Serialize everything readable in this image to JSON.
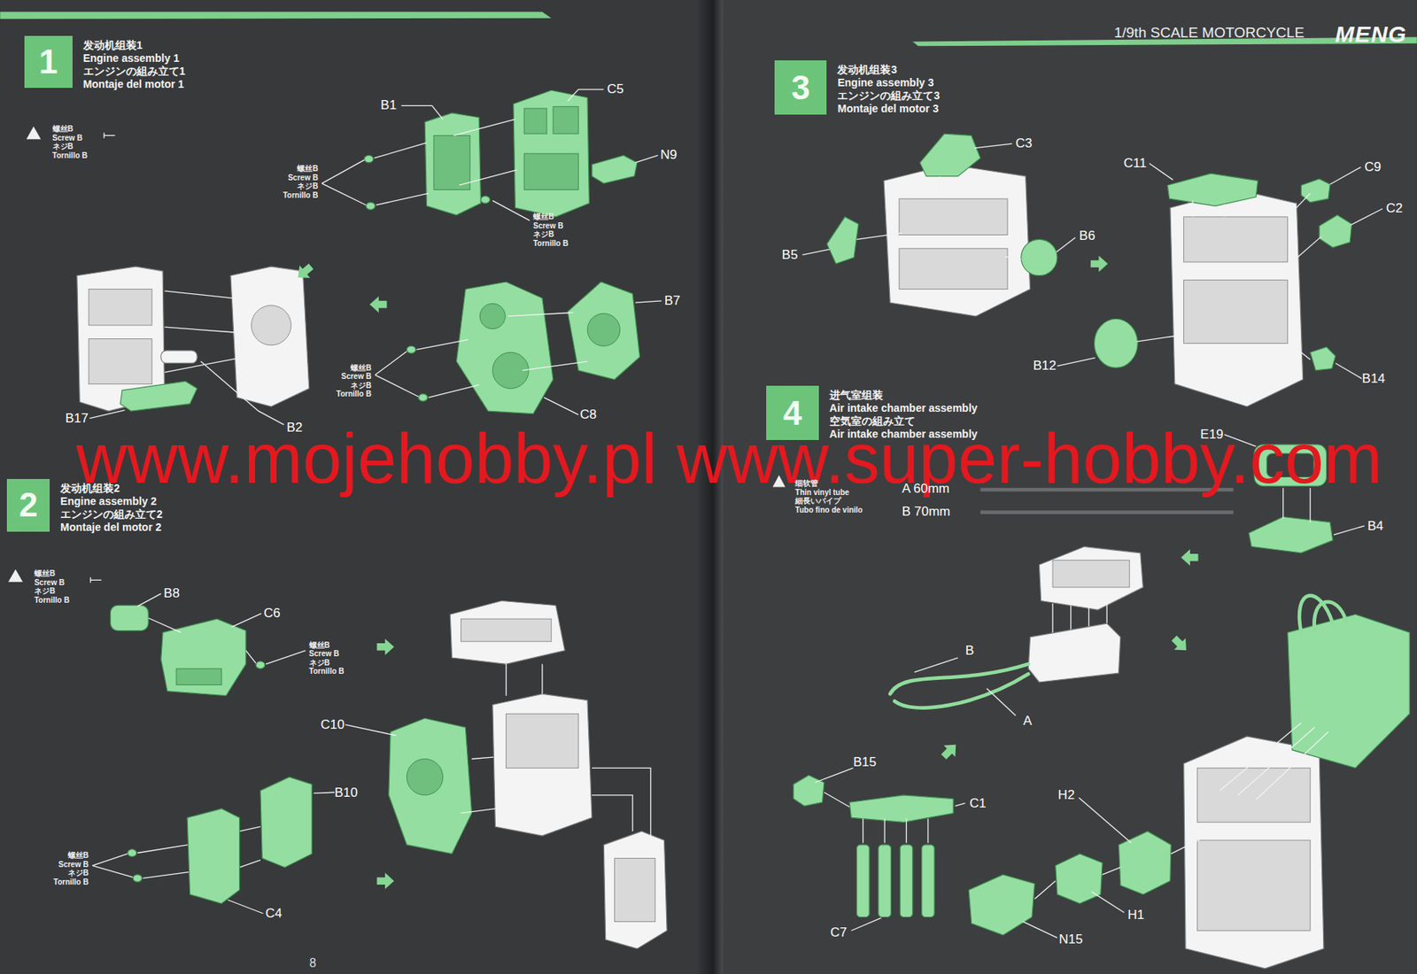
{
  "diagram": {
    "nodes": [
      {
        "text": [
          "1",
          "发动机组装1",
          "Engine assembly 1",
          "エンジンの組み立て1",
          "Montaje del motor 1"
        ]
      },
      {
        "text": [
          "2",
          "发动机组装2",
          "Engine assembly 2",
          "エンジンの組み立て2",
          "Montaje del motor 2"
        ]
      },
      {
        "text": [
          "3",
          "发动机组装3",
          "Engine assembly 3",
          "エンジンの組み立て3",
          "Montaje del motor 3"
        ]
      },
      {
        "text": [
          "4",
          "进气室组装",
          "Air intake chamber assembly",
          "空気室の組み立て",
          "Air intake chamber assembly"
        ]
      }
    ],
    "labels": [
      "1/9th SCALE MOTORCYCLE",
      "MENG",
      "螺丝B",
      "Screw B",
      "ネジB",
      "Tornillo B",
      "螺丝B",
      "Screw B",
      "ネジB",
      "Tornillo B",
      "B1",
      "C5",
      "N9",
      "螺丝B",
      "Screw B",
      "ネジB",
      "Tornillo B",
      "B7",
      "螺丝B",
      "Screw B",
      "ネジB",
      "Tornillo B",
      "B17",
      "B2",
      "C8",
      "www.mojehobby.pl www.super-hobby.com",
      "螺丝B",
      "Screw B",
      "ネジB",
      "Tornillo B",
      "B8",
      "C6",
      "螺丝B",
      "Screw B",
      "ネジB",
      "Tornillo B",
      "C10",
      "B10",
      "螺丝B",
      "Screw B",
      "ネジB",
      "Tornillo B",
      "C4",
      "8",
      "C3",
      "C11",
      "C9",
      "C2",
      "B5",
      "B6",
      "B12",
      "B14",
      "细软管",
      "Thin vinyl tube",
      "細長いパイプ",
      "Tubo fino de vinilo",
      "A 60mm",
      "B 70mm",
      "E19",
      "B4",
      "B",
      "A",
      "B15",
      "C1",
      "H2",
      "C7",
      "H1",
      "N15"
    ]
  }
}
